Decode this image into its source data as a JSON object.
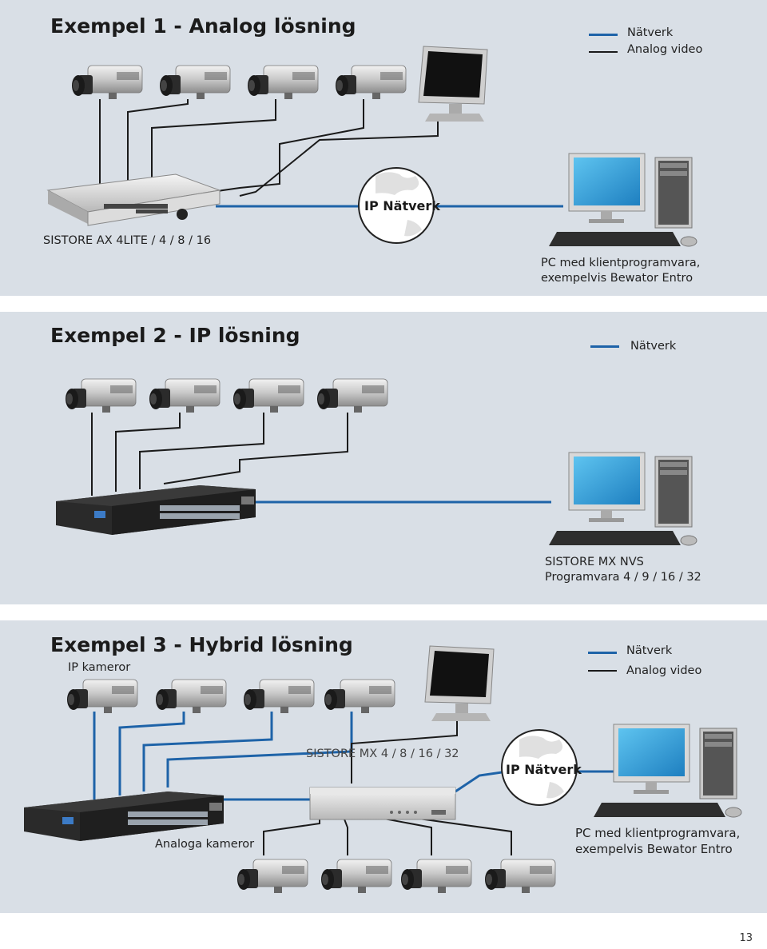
{
  "example1": {
    "title": "Exempel 1 - Analog lösning",
    "legend": [
      "Nätverk",
      "Analog video"
    ],
    "recorder_label": "SISTORE AX 4LITE / 4 / 8 / 16",
    "network_label": "IP Nätverk",
    "pc_label_line1": "PC med klientprogramvara,",
    "pc_label_line2": "exempelvis Bewator Entro"
  },
  "example2": {
    "title": "Exempel 2 - IP lösning",
    "legend": [
      "Nätverk"
    ],
    "pc_label_line1": "SISTORE MX NVS",
    "pc_label_line2": "Programvara 4 / 9 / 16 / 32"
  },
  "example3": {
    "title": "Exempel 3 - Hybrid lösning",
    "subtitle": "IP kameror",
    "legend": [
      "Nätverk",
      "Analog video"
    ],
    "recorder_label": "SISTORE MX 4 / 8 / 16 / 32",
    "network_label": "IP Nätverk",
    "analog_label": "Analoga kameror",
    "pc_label_line1": "PC med klientprogramvara,",
    "pc_label_line2": "exempelvis Bewator Entro"
  },
  "page_number": "13",
  "colors": {
    "network": "#1e63a8",
    "analog": "#1a1a1a",
    "panel": "#d9dfe6"
  }
}
